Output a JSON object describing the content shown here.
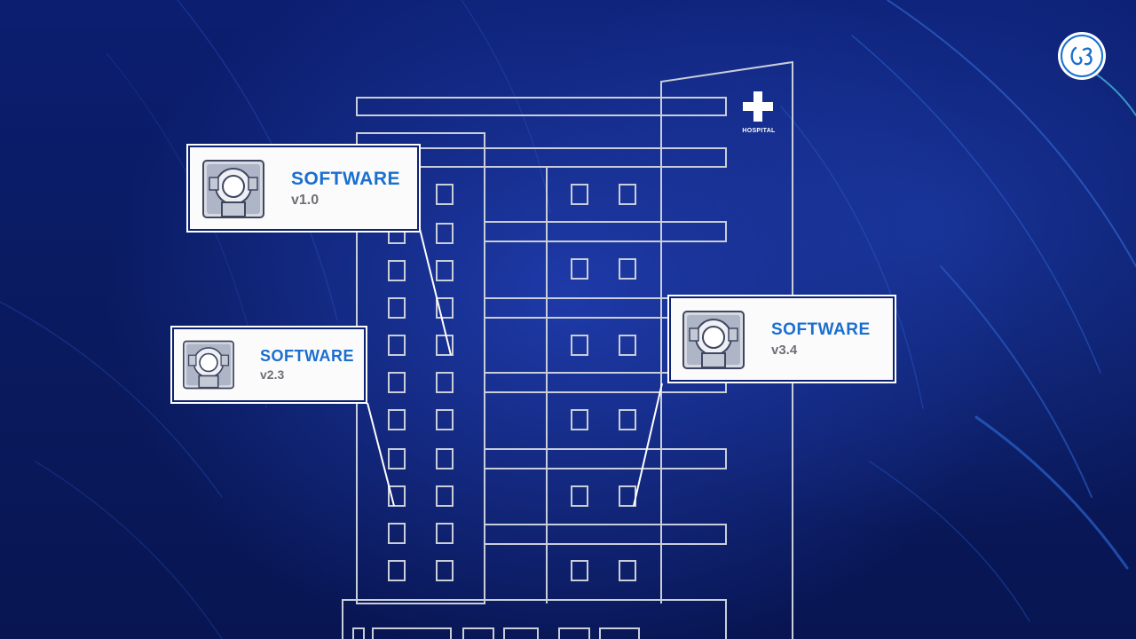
{
  "brand": {
    "logo": "ge-monogram-logo",
    "color": "#1a6fcf"
  },
  "hospital": {
    "label": "HOSPITAL",
    "icon": "medical-cross-icon"
  },
  "callouts": [
    {
      "title": "SOFTWARE",
      "version": "v1.0",
      "icon": "mri-scanner-icon"
    },
    {
      "title": "SOFTWARE",
      "version": "v2.3",
      "icon": "mri-scanner-icon"
    },
    {
      "title": "SOFTWARE",
      "version": "v3.4",
      "icon": "mri-scanner-icon"
    }
  ],
  "colors": {
    "background": "#0a1a5e",
    "outline": "#c9ced8",
    "title_blue": "#1a6fcf",
    "version_gray": "#6f6f78"
  }
}
